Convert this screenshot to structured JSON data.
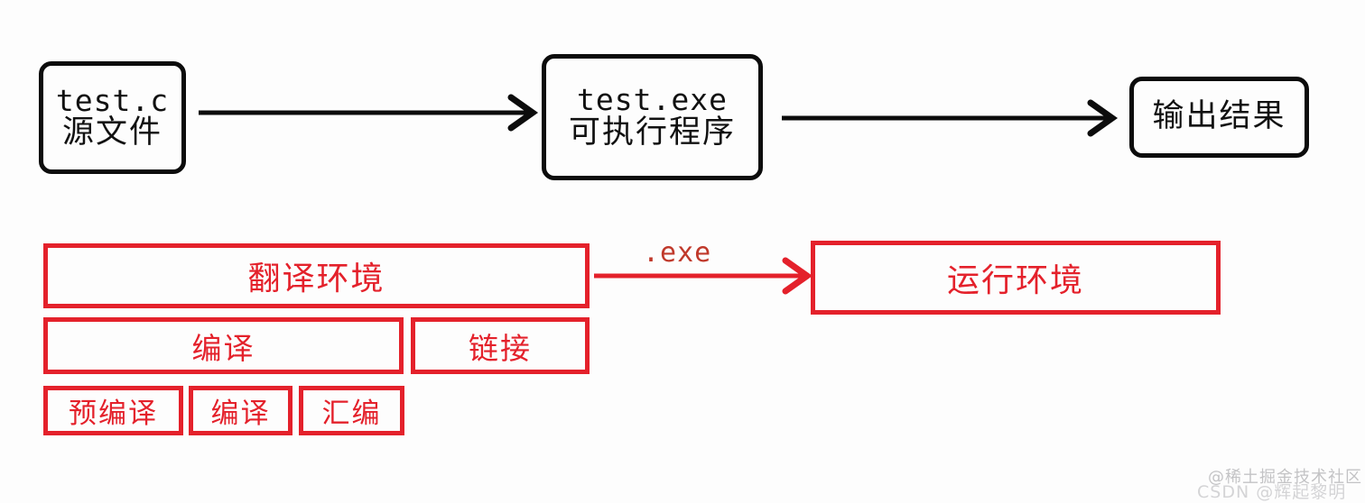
{
  "diagram": {
    "title": "C program translation and execution environment diagram",
    "colors": {
      "black": "#0c0c0c",
      "red": "#e4212b",
      "background": "#fdfdfd"
    },
    "flow_boxes": [
      {
        "id": "source-file",
        "line1": "test.c",
        "line2": "源文件"
      },
      {
        "id": "executable",
        "line1": "test.exe",
        "line2": "可执行程序"
      },
      {
        "id": "output-result",
        "line1": "",
        "line2": "输出结果"
      }
    ],
    "env_row1": [
      {
        "id": "translation-environment",
        "label": "翻译环境"
      }
    ],
    "env_row2": [
      {
        "id": "compile",
        "label": "编译"
      },
      {
        "id": "link",
        "label": "链接"
      }
    ],
    "env_row3": [
      {
        "id": "precompile",
        "label": "预编译"
      },
      {
        "id": "compile-sub",
        "label": "编译"
      },
      {
        "id": "assemble",
        "label": "汇编"
      }
    ],
    "runtime_box": {
      "id": "runtime-environment",
      "label": "运行环境"
    },
    "exe_label": ".exe"
  },
  "watermarks": {
    "juejin": "@稀土掘金技术社区",
    "csdn": "CSDN @辉起黎明"
  }
}
